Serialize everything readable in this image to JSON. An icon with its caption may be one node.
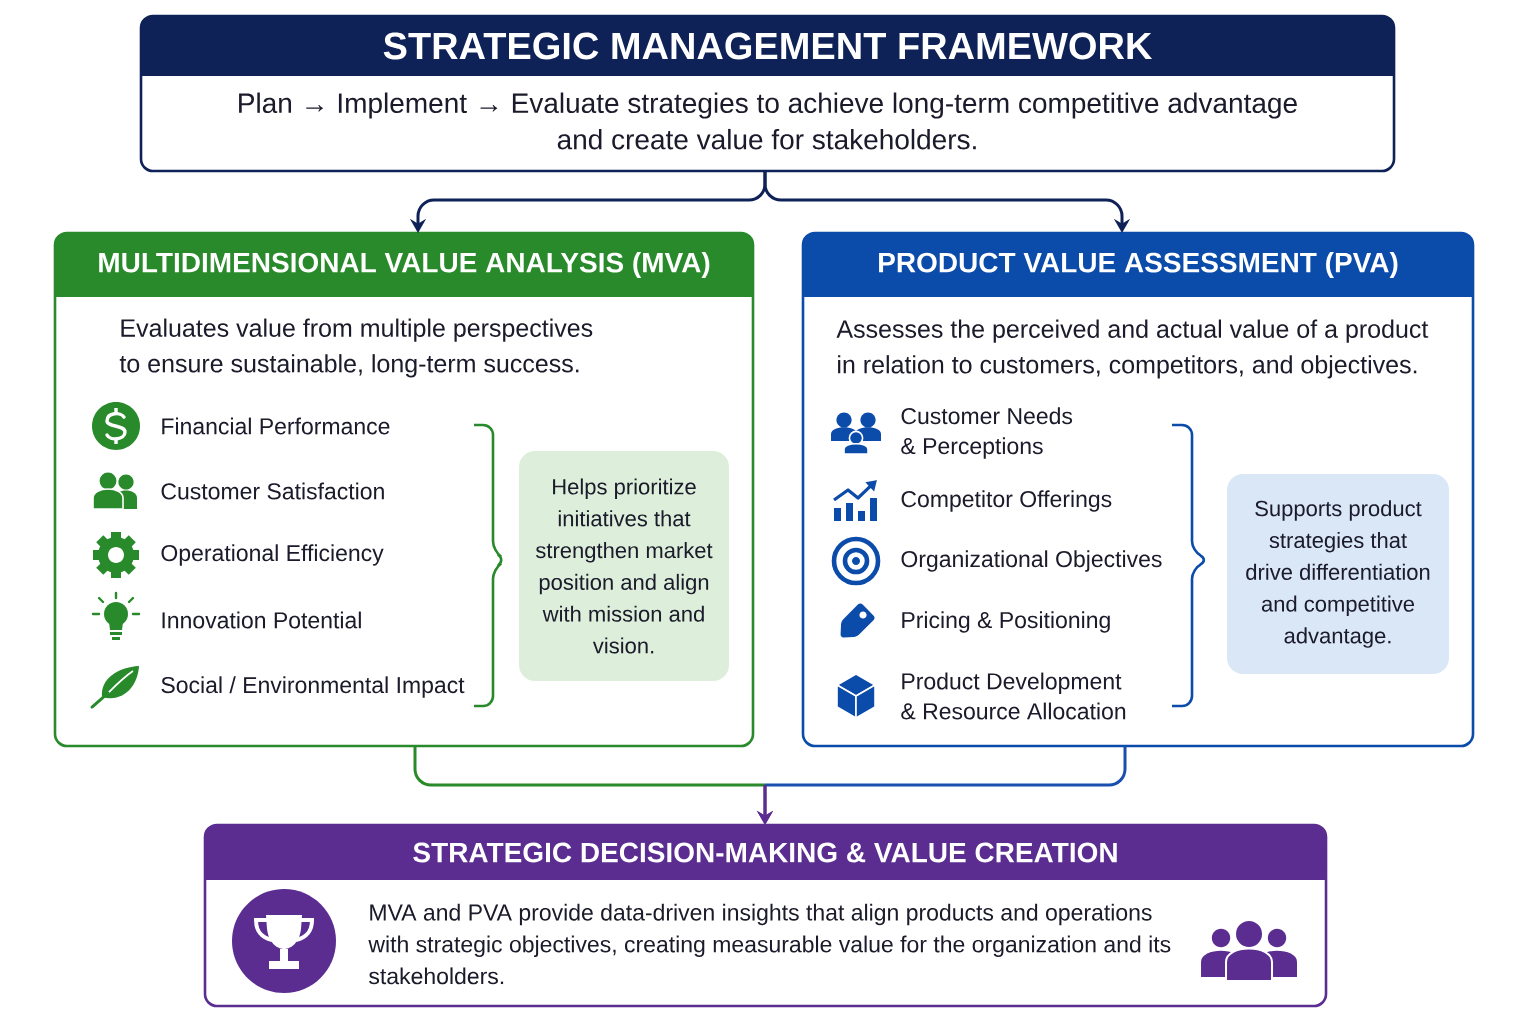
{
  "diagram": {
    "nodes": [
      {
        "text": [
          "STRATEGIC MANAGEMENT FRAMEWORK",
          "Plan → Implement → Evaluate strategies to achieve long-term competitive advantage and create value for stakeholders."
        ]
      },
      {
        "text": [
          "MULTIDIMENSIONAL VALUE ANALYSIS (MVA)",
          "Evaluates value from multiple perspectives to ensure sustainable, long-term success."
        ]
      },
      {
        "text": [
          "Helps prioritize initiatives that strengthen market position and align with mission and vision."
        ],
        "in": 1
      },
      {
        "text": [
          "PRODUCT VALUE ASSESSMENT (PVA)",
          "Assesses the perceived and actual value of a product in relation to customers, competitors, and objectives."
        ]
      },
      {
        "text": [
          "Supports product strategies that drive differentiation and competitive advantage."
        ],
        "in": 3
      },
      {
        "text": [
          "STRATEGIC DECISION-MAKING & VALUE CREATION",
          "MVA and PVA provide data-driven insights that align products and operations with strategic objectives, creating measurable value for the organization and its stakeholders."
        ]
      }
    ],
    "edges": [
      {
        "from": 0,
        "to": 1,
        "arrow": "to"
      },
      {
        "from": 0,
        "to": 3,
        "arrow": "to"
      },
      {
        "from": 1,
        "to": 5,
        "arrow": "to",
        "color": "#2a8a2a"
      },
      {
        "from": 3,
        "to": 5,
        "arrow": "to",
        "color": "#1a4fb0"
      }
    ],
    "labels": [
      "Financial Performance",
      "Customer Satisfaction",
      "Operational Efficiency",
      "Innovation Potential",
      "Social / Environmental Impact",
      "Customer Needs & Perceptions",
      "Competitor Offerings",
      "Organizational Objectives",
      "Pricing & Positioning",
      "Product Development & Resource Allocation"
    ]
  }
}
